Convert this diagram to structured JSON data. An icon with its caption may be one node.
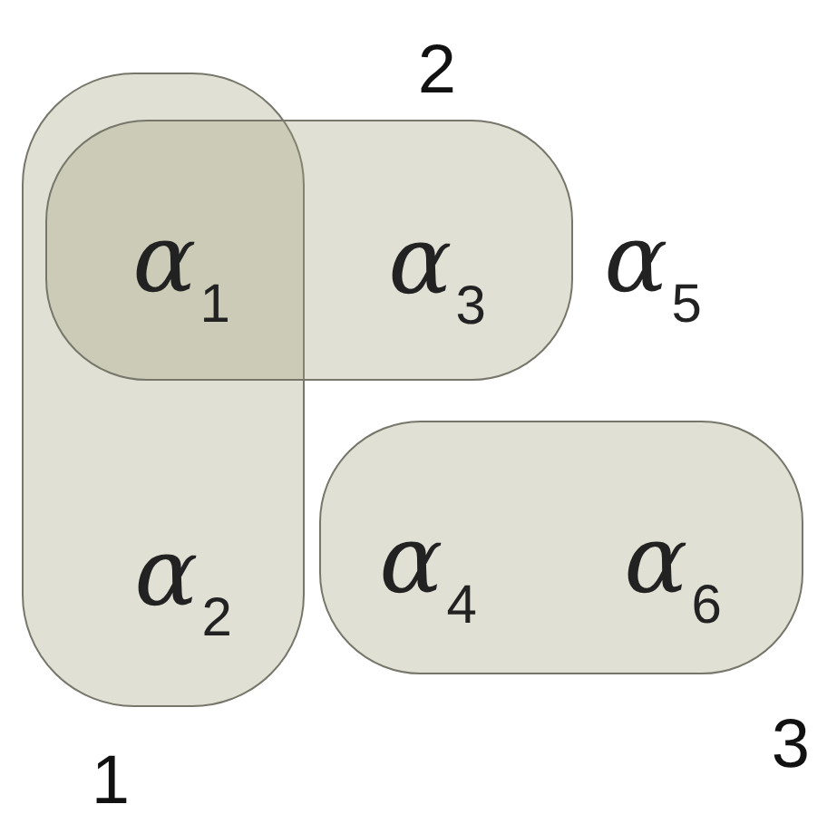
{
  "diagram": {
    "nodes": [
      {
        "text": [
          "α$_{2}$"
        ],
        "beside": [
          "1"
        ]
      },
      {
        "text": [
          "α$_{3}$"
        ],
        "beside": [
          "2"
        ]
      },
      {
        "text": [
          "α$_{4}$",
          "α$_{6}$"
        ],
        "beside": [
          "3"
        ]
      }
    ],
    "labels": [
      "α$_{1}$",
      "α$_{5}$"
    ]
  }
}
